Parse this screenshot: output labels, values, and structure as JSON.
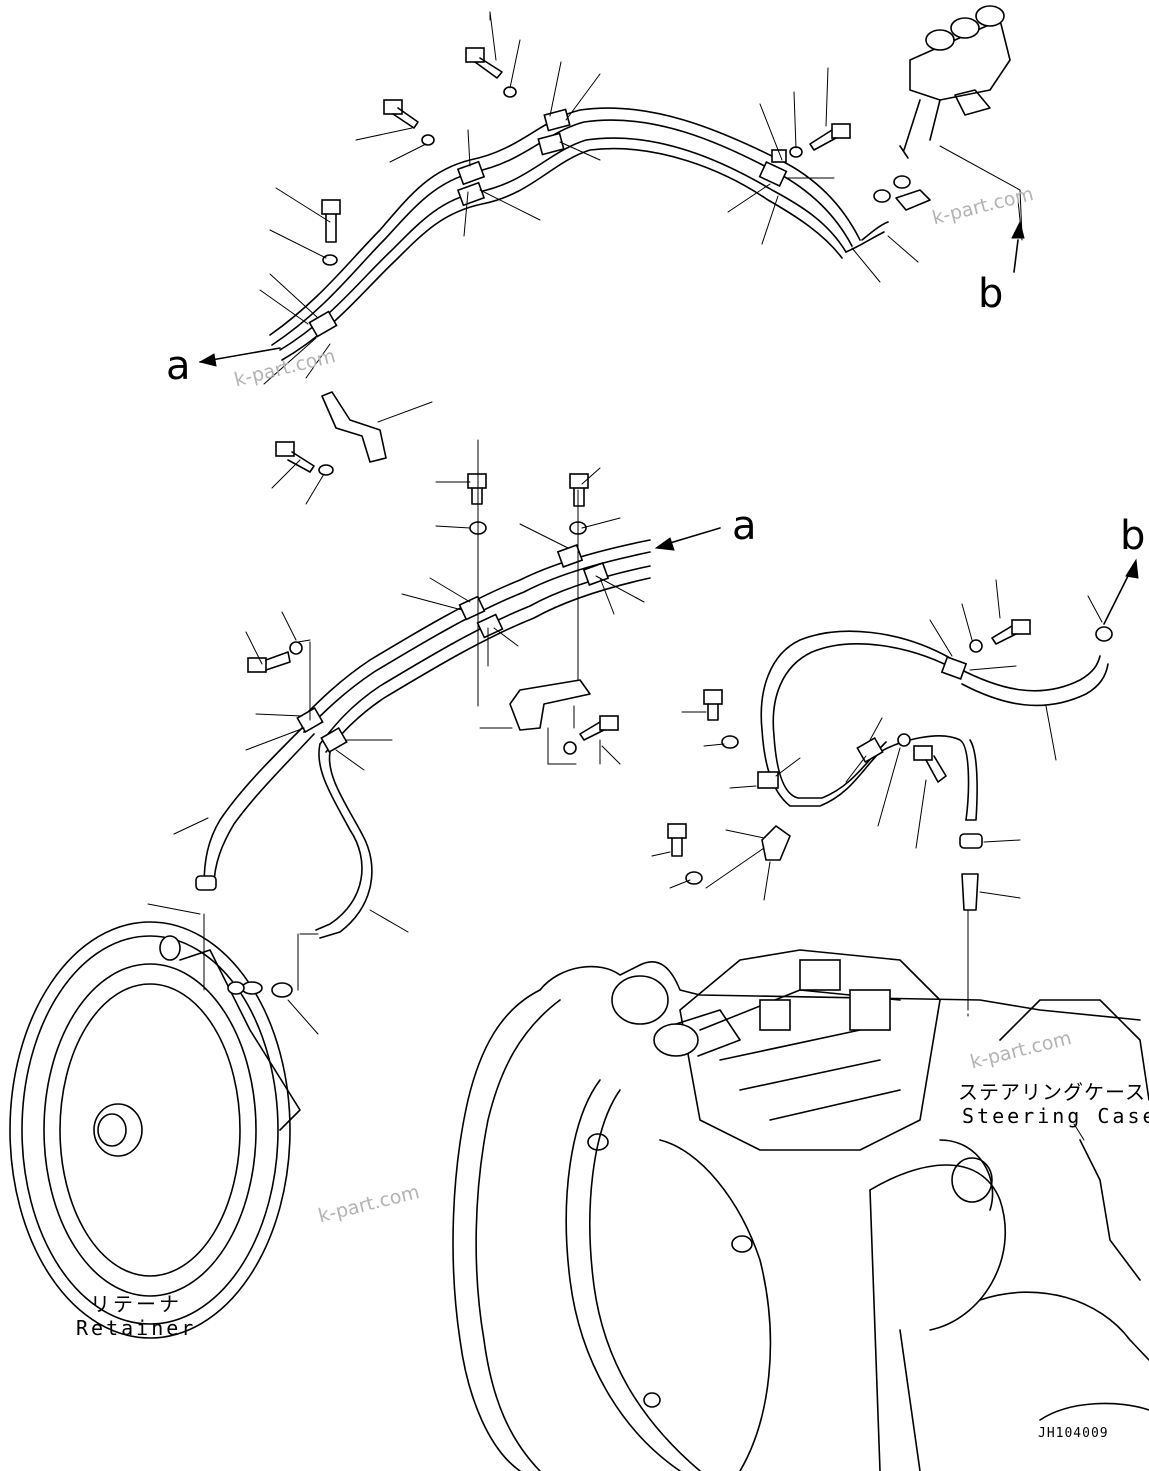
{
  "references": {
    "a_top": "a",
    "b_top": "b",
    "a_mid": "a",
    "b_mid": "b"
  },
  "captions": {
    "retainer_jp": "リテーナ",
    "retainer_en": "Retainer",
    "steering_jp": "ステアリングケース",
    "steering_en": "Steering Case"
  },
  "watermark": "k-part.com",
  "drawing_code": "JH104009"
}
